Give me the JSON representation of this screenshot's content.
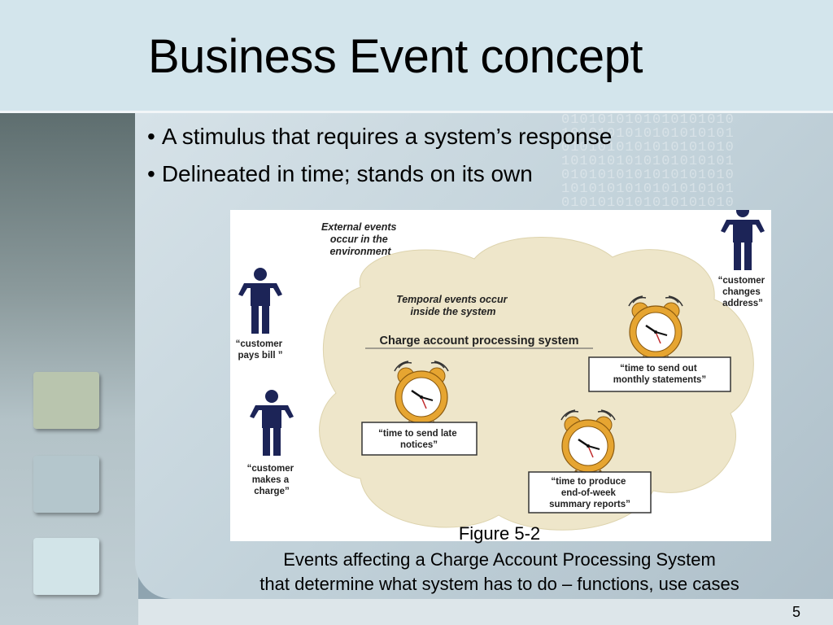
{
  "slide": {
    "title": "Business Event concept",
    "bullets": [
      "A stimulus that requires a system’s response",
      "Delineated in time; stands on its own"
    ],
    "page_number": "5",
    "colors": {
      "title_band": "#d3e5ec",
      "square_1": "#b9c5ae",
      "square_2": "#b4c6cc",
      "square_3": "#d2e4e8",
      "cloud": "#eee6ca",
      "clock": "#e6a531",
      "person": "#1c2457"
    }
  },
  "figure": {
    "external_label": [
      "External events",
      "occur in the",
      "environment"
    ],
    "temporal_label": [
      "Temporal events occur",
      "inside the system"
    ],
    "system_label": "Charge account processing system",
    "people": [
      {
        "icon": "person-icon",
        "label": [
          "“customer",
          "changes",
          "address”"
        ]
      },
      {
        "icon": "person-icon",
        "label": [
          "“customer",
          "pays bill ”"
        ]
      },
      {
        "icon": "person-icon",
        "label": [
          "“customer",
          "makes a",
          "charge”"
        ]
      }
    ],
    "clocks": [
      {
        "icon": "alarm-clock-icon",
        "label": [
          "“time to send out",
          "monthly statements”"
        ]
      },
      {
        "icon": "alarm-clock-icon",
        "label": [
          "“time to send late",
          "notices”"
        ]
      },
      {
        "icon": "alarm-clock-icon",
        "label": [
          "“time to produce",
          "end-of-week",
          "summary reports”"
        ]
      }
    ]
  },
  "caption": {
    "figure_number": "Figure 5-2",
    "line1": "Events affecting a Charge Account Processing System",
    "line2": "that determine what system has to do – functions, use cases"
  }
}
